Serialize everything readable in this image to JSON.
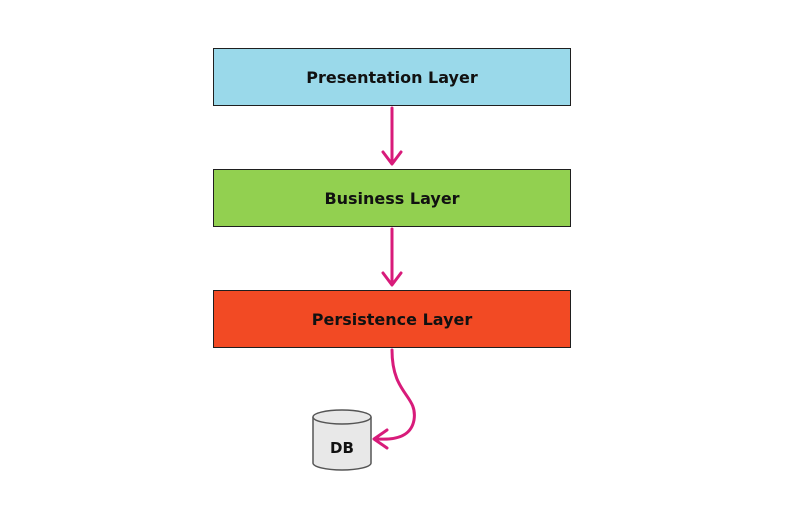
{
  "layers": [
    {
      "label": "Presentation Layer",
      "color": "#9ad9ea"
    },
    {
      "label": "Business Layer",
      "color": "#92d050"
    },
    {
      "label": "Persistence Layer",
      "color": "#f24a24"
    }
  ],
  "database": {
    "label": "DB",
    "fill": "#e8e8e8"
  },
  "connector_color": "#d81b7a"
}
